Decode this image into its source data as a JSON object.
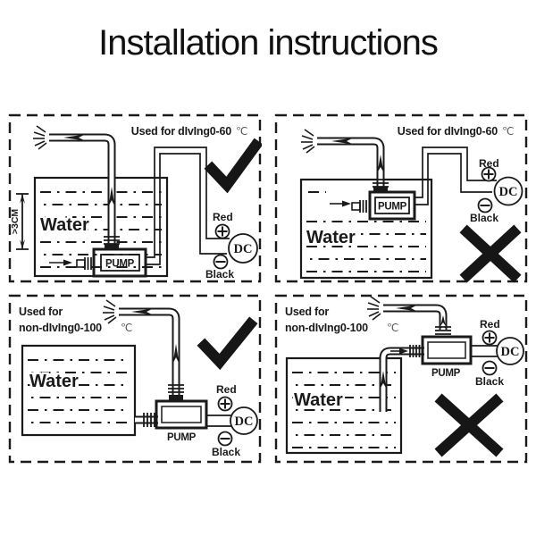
{
  "page_title": "Installation instructions",
  "panels": [
    {
      "id": "diving-correct",
      "caption": "Used for dIvIng0-60",
      "degree_unit": "℃",
      "depth_note": ">3CM",
      "water_label": "Water",
      "pump_label": "PUMP",
      "positive_label": "Red",
      "negative_label": "Black",
      "plug_label": "DC",
      "verdict": "check"
    },
    {
      "id": "diving-wrong",
      "caption": "Used for dIvIng0-60",
      "degree_unit": "℃",
      "water_label": "Water",
      "pump_label": "PUMP",
      "positive_label": "Red",
      "negative_label": "Black",
      "plug_label": "DC",
      "verdict": "cross"
    },
    {
      "id": "non-diving-correct",
      "caption_line1": "Used for",
      "caption_line2": "non-dIvIng0-100",
      "degree_unit": "℃",
      "water_label": "Water",
      "pump_label": "PUMP",
      "positive_label": "Red",
      "negative_label": "Black",
      "plug_label": "DC",
      "verdict": "check"
    },
    {
      "id": "non-diving-wrong",
      "caption_line1": "Used for",
      "caption_line2": "non-dIvIng0-100",
      "degree_unit": "℃",
      "water_label": "Water",
      "pump_label": "PUMP",
      "positive_label": "Red",
      "negative_label": "Black",
      "plug_label": "DC",
      "verdict": "cross"
    }
  ],
  "colors": {
    "ink": "#1a1a1a",
    "degree_text": "#555555",
    "background": "#ffffff"
  }
}
